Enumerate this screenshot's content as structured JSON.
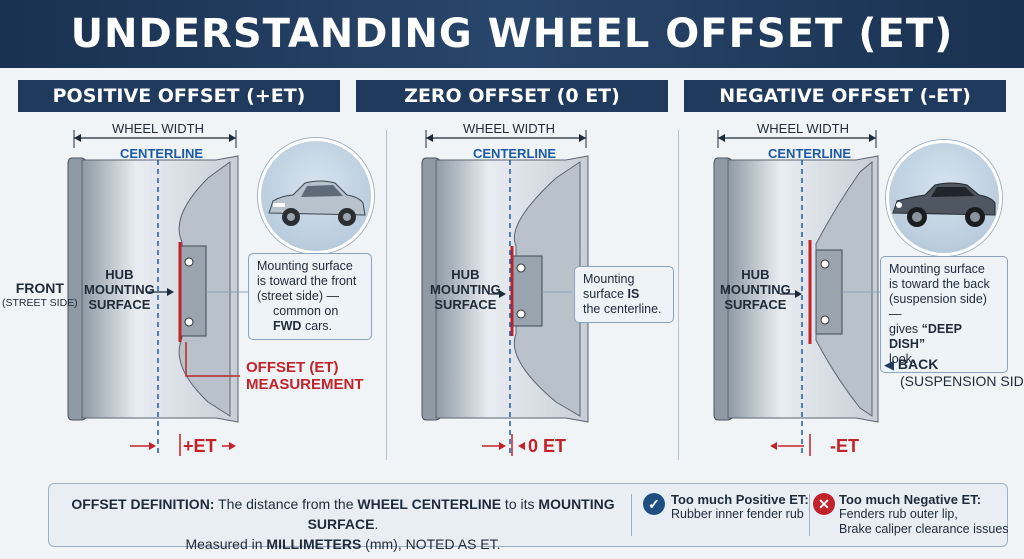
{
  "title": "UNDERSTANDING WHEEL OFFSET (ET)",
  "panels": [
    {
      "header": "POSITIVE OFFSET (+ET)",
      "wheel_width": "WHEEL WIDTH",
      "centerline": "CENTERLINE",
      "hub": [
        "HUB",
        "MOUNTING",
        "SURFACE"
      ],
      "callout": {
        "l1": "Mounting surface",
        "l2": "is toward the front",
        "l3": "(street side) —",
        "l4": "common on",
        "l5_bold": "FWD",
        "l5_rest": " cars."
      },
      "et": "+ET",
      "measurement": [
        "OFFSET (ET)",
        "MEASUREMENT"
      ]
    },
    {
      "header": "ZERO OFFSET (0 ET)",
      "wheel_width": "WHEEL WIDTH",
      "centerline": "CENTERLINE",
      "hub": [
        "HUB",
        "MOUNTING",
        "SURFACE"
      ],
      "callout": {
        "l1": "Mounting",
        "l2_pre": "surface ",
        "l2_bold": "IS",
        "l3": "the centerline."
      },
      "et": "0 ET"
    },
    {
      "header": "NEGATIVE OFFSET (-ET)",
      "wheel_width": "WHEEL WIDTH",
      "centerline": "CENTERLINE",
      "hub": [
        "HUB",
        "MOUNTING",
        "SURFACE"
      ],
      "callout": {
        "l1": "Mounting surface",
        "l2": "is toward the back",
        "l3": "(suspension side) —",
        "l4_pre": "gives ",
        "l4_bold": "“DEEP DISH”",
        "l5": "look."
      },
      "et": "-ET"
    }
  ],
  "front": {
    "main": "FRONT",
    "sub": "(STREET SIDE)"
  },
  "back": {
    "main": "BACK",
    "sub": "(SUSPENSION SIDE)"
  },
  "definition": {
    "b1": "OFFSET DEFINITION:",
    "t1": " The distance from the ",
    "b2": "WHEEL CENTERLINE",
    "t2": " to its ",
    "b3": "MOUNTING SURFACE",
    "t3": ".",
    "t4": "Measured in ",
    "b4": "MILLIMETERS",
    "t5": " (mm), NOTED AS ET."
  },
  "warnings": [
    {
      "title": "Too much Positive ET:",
      "body": "Rubber inner fender rub",
      "icon": "check-icon",
      "color": "#1f4f82"
    },
    {
      "title": "Too much Negative ET:",
      "body1": "Fenders rub outer lip,",
      "body2": "Brake caliper clearance issues",
      "icon": "x-icon",
      "color": "#c0232a"
    }
  ],
  "colors": {
    "navy": "#1f3a5c",
    "red": "#c0232a",
    "blue": "#1c5aa8"
  }
}
